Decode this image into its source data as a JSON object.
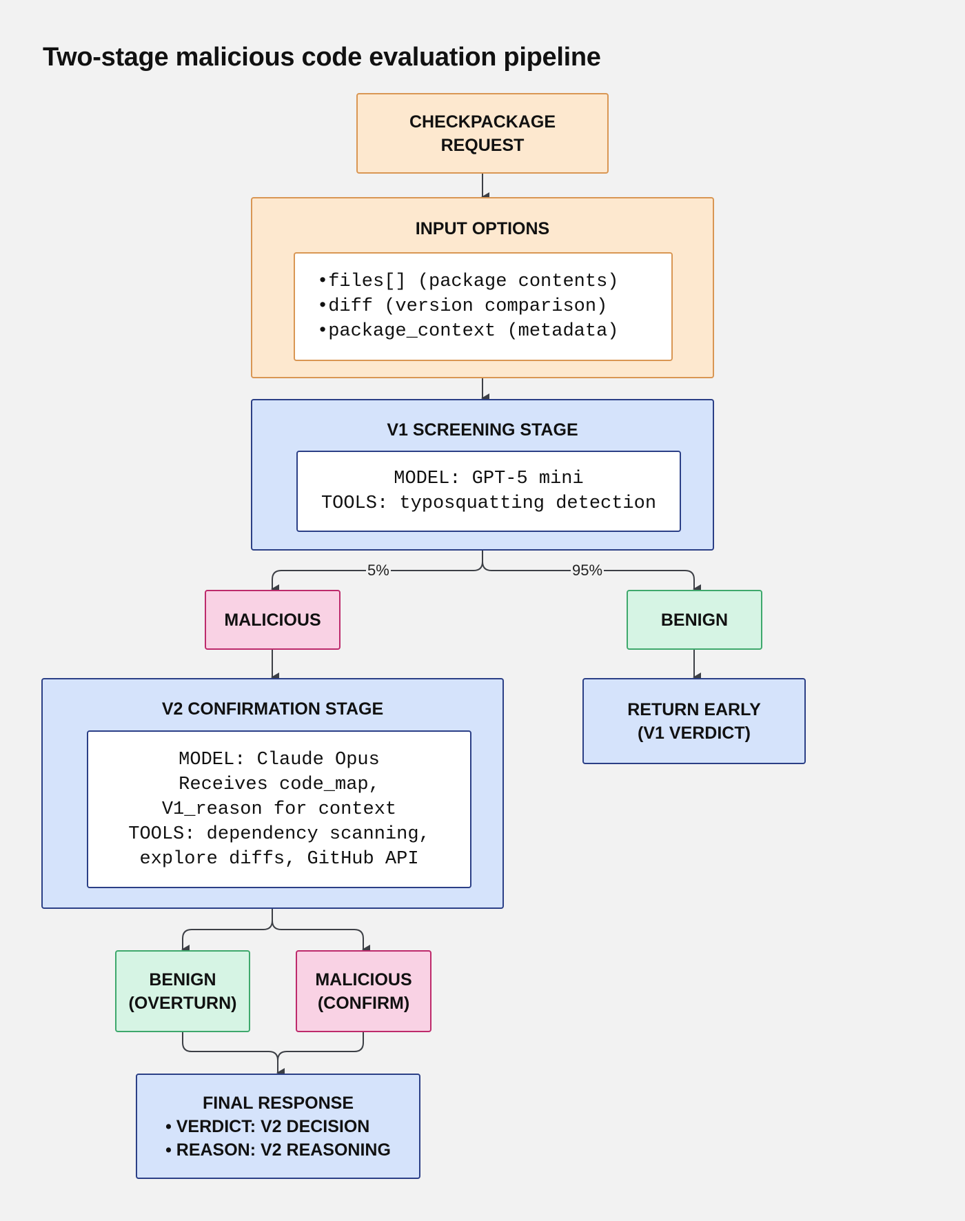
{
  "title": "Two-stage malicious code evaluation pipeline",
  "nodes": {
    "request": {
      "lines": [
        "CHECKPACKAGE",
        "REQUEST"
      ]
    },
    "input_options": {
      "title": "INPUT OPTIONS",
      "items": [
        "files[] (package contents)",
        "diff (version comparison)",
        "package_context (metadata)"
      ]
    },
    "v1_stage": {
      "title": "V1  SCREENING STAGE",
      "lines": [
        "MODEL: GPT-5 mini",
        "TOOLS: typosquatting detection"
      ]
    },
    "v1_malicious": {
      "label": "MALICIOUS"
    },
    "v1_benign": {
      "label": "BENIGN"
    },
    "return_early": {
      "lines": [
        "RETURN EARLY",
        "(V1 VERDICT)"
      ]
    },
    "v2_stage": {
      "title": "V2  CONFIRMATION STAGE",
      "lines": [
        "MODEL: Claude Opus",
        "Receives code_map,",
        "V1_reason for context",
        "TOOLS: dependency scanning,",
        "explore diffs, GitHub API"
      ]
    },
    "v2_benign": {
      "lines": [
        "BENIGN",
        "(OVERTURN)"
      ]
    },
    "v2_malicious": {
      "lines": [
        "MALICIOUS",
        "(CONFIRM)"
      ]
    },
    "final_response": {
      "title": "FINAL RESPONSE",
      "items": [
        "• VERDICT: V2 DECISION",
        "• REASON: V2 REASONING"
      ]
    }
  },
  "edges": {
    "to_malicious_label": "5%",
    "to_benign_label": "95%"
  },
  "colors": {
    "background": "#f2f2f2",
    "orange_fill": "#fde8cf",
    "orange_border": "#d99653",
    "blue_fill": "#d5e3fb",
    "blue_border": "#2b3f86",
    "pink_fill": "#f9d2e4",
    "pink_border": "#bd2a6b",
    "green_fill": "#d6f4e4",
    "green_border": "#3ea86c",
    "connector": "#3c3f45"
  }
}
